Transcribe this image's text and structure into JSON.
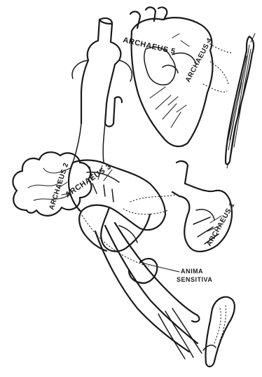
{
  "labels": {
    "archaeus_5": "ARCHAEUS 5",
    "archaeus_4": "ARCHAEUS 4",
    "archaeus_3": "ARCHAEUS 3",
    "archaeus_2": "ARCHAEUS 2",
    "archaeus_1": "ARCHAEUS 1",
    "anima_line1": "ANIMA",
    "anima_line2": "SENSITIVA"
  }
}
